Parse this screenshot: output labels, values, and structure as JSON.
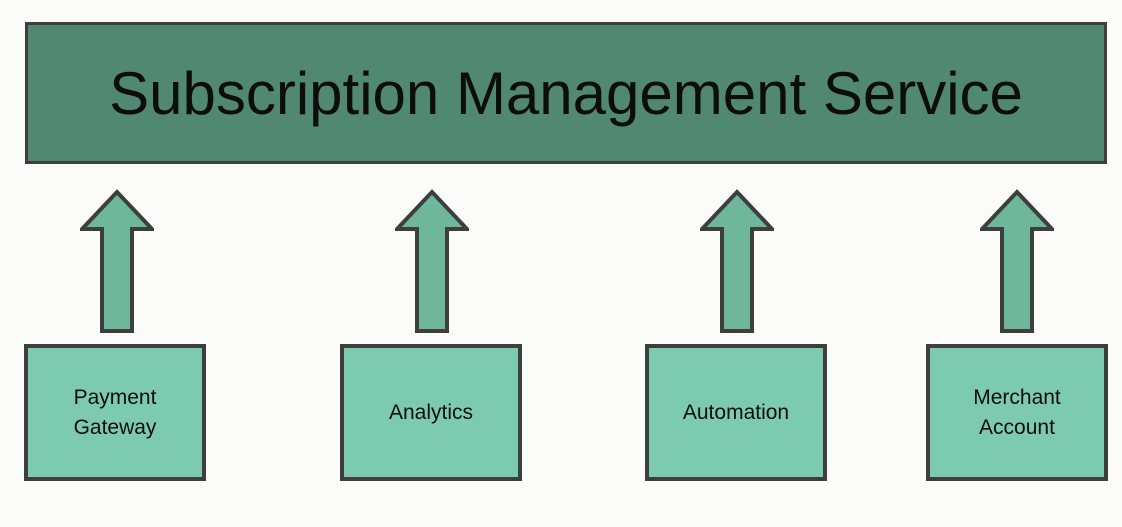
{
  "diagram": {
    "title": "Subscription Management Service",
    "components": [
      {
        "label": "Payment Gateway"
      },
      {
        "label": "Analytics"
      },
      {
        "label": "Automation"
      },
      {
        "label": "Merchant Account"
      }
    ],
    "arrows": {
      "direction": "up",
      "count": 4
    },
    "colors": {
      "service_fill": "#518874",
      "component_fill": "#7ccbb1",
      "arrow_fill": "#6fb79b",
      "border": "#3c3f3d",
      "text": "#0d0d0d",
      "background": "#fbfbfa"
    }
  }
}
